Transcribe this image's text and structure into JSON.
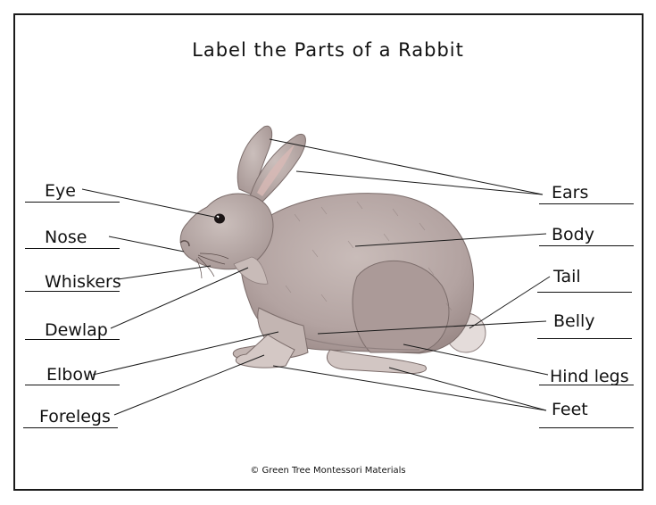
{
  "title": "Label the Parts of a Rabbit",
  "labels": {
    "left": [
      "Eye",
      "Nose",
      "Whiskers",
      "Dewlap",
      "Elbow",
      "Forelegs"
    ],
    "right": [
      "Ears",
      "Body",
      "Tail",
      "Belly",
      "Hind legs",
      "Feet"
    ]
  },
  "credit": "© Green Tree Montessori Materials",
  "colors": {
    "ink": "#111111",
    "fur": "#b9aaa8",
    "fur_shade": "#8f807f",
    "inner_ear": "#d8b9b5"
  }
}
